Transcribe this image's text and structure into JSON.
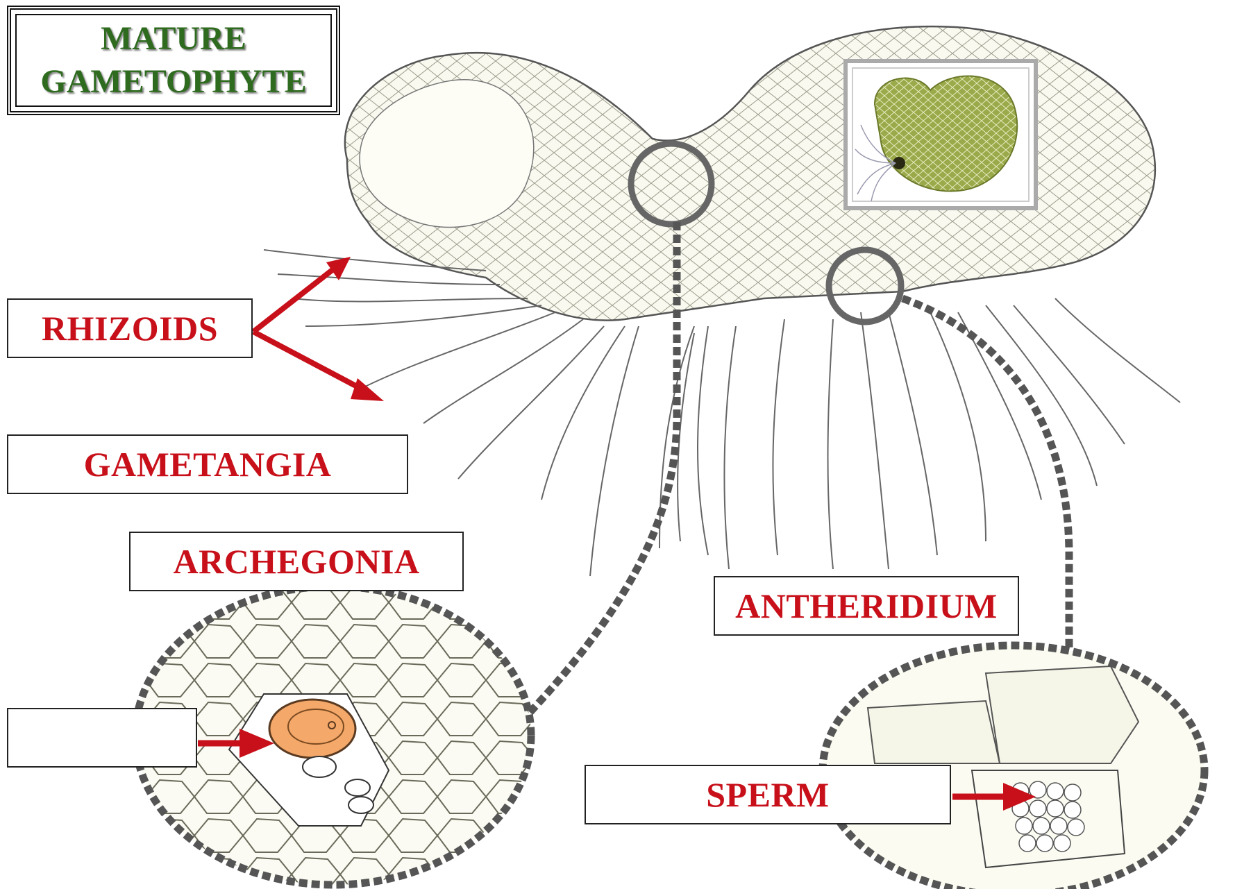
{
  "title": {
    "line1": "MATURE",
    "line2": "GAMETOPHYTE"
  },
  "labels": {
    "rhizoids": "RHIZOIDS",
    "gametangia": "GAMETANGIA",
    "archegonia": "ARCHEGONIA",
    "antheridium": "ANTHERIDIUM",
    "sperm": "SPERM",
    "blank": ""
  },
  "colors": {
    "label_text": "#c8101a",
    "arrow": "#c8101a",
    "title_text": "#2e6b1f",
    "egg_fill": "#f4a86a",
    "dashed_outline": "#555555",
    "thallus_fill": "#f7f7ec",
    "photo_green": "#8a9a3a"
  },
  "icons": {
    "thallus": "fern-prothallus-drawing",
    "photo": "prothallus-photo-icon",
    "archegonium_zoom": "archegonium-cell-detail",
    "antheridium_zoom": "antheridium-cell-detail"
  }
}
